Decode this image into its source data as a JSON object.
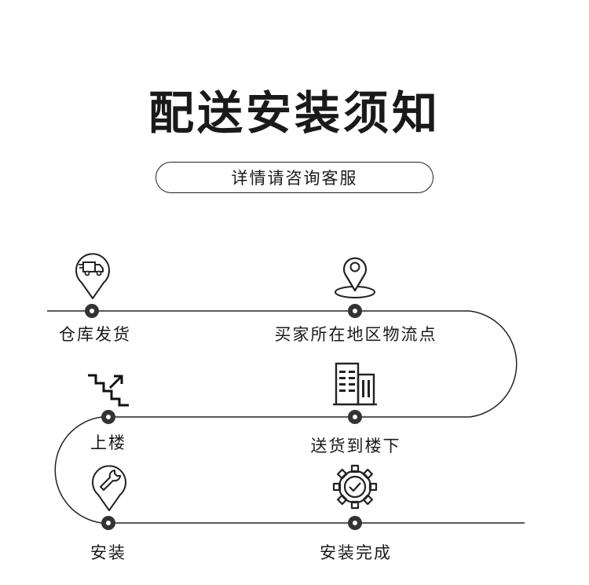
{
  "title": "配送安装须知",
  "contact_button": "详情请咨询客服",
  "steps": [
    {
      "label": "仓库发货",
      "icon": "delivery-truck-icon"
    },
    {
      "label": "买家所在地区物流点",
      "icon": "location-pin-icon"
    },
    {
      "label": "上楼",
      "icon": "stairs-up-icon"
    },
    {
      "label": "送货到楼下",
      "icon": "building-icon"
    },
    {
      "label": "安装",
      "icon": "wrench-icon"
    },
    {
      "label": "安装完成",
      "icon": "gear-check-icon"
    }
  ],
  "colors": {
    "line": "#222222",
    "dot": "#333333",
    "text": "#1a1a1a"
  }
}
